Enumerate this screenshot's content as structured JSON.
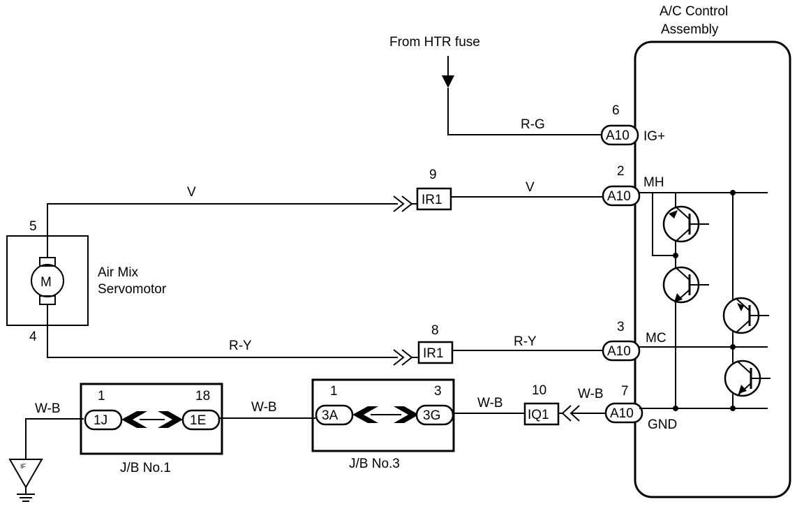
{
  "ac_assembly": {
    "title_line1": "A/C Control",
    "title_line2": "Assembly"
  },
  "source": {
    "label": "From HTR fuse"
  },
  "wires": {
    "rg": "R-G",
    "v_left": "V",
    "v_right": "V",
    "ry_left": "R-Y",
    "ry_right": "R-Y",
    "wb_ground": "W-B",
    "wb_jb": "W-B",
    "wb_iq1_left": "W-B",
    "wb_iq1_right": "W-B"
  },
  "pins": {
    "ig": {
      "num": "6",
      "conn": "A10",
      "label": "IG+"
    },
    "mh": {
      "num": "2",
      "conn": "A10",
      "label": "MH"
    },
    "mc": {
      "num": "3",
      "conn": "A10",
      "label": "MC"
    },
    "gnd": {
      "num": "7",
      "conn": "A10",
      "label": "GND"
    }
  },
  "inline_connectors": {
    "ir1_top": {
      "num": "9",
      "label": "IR1"
    },
    "ir1_bottom": {
      "num": "8",
      "label": "IR1"
    },
    "iq1": {
      "num": "10",
      "label": "IQ1"
    }
  },
  "motor": {
    "pin_top": "5",
    "pin_bottom": "4",
    "symbol": "M",
    "name_line1": "Air Mix",
    "name_line2": "Servomotor"
  },
  "jb1": {
    "name": "J/B No.1",
    "left_num": "1",
    "left_conn": "1J",
    "right_num": "18",
    "right_conn": "1E"
  },
  "jb3": {
    "name": "J/B No.3",
    "left_num": "1",
    "left_conn": "3A",
    "right_num": "3",
    "right_conn": "3G"
  },
  "ground": {
    "label": "IF"
  }
}
